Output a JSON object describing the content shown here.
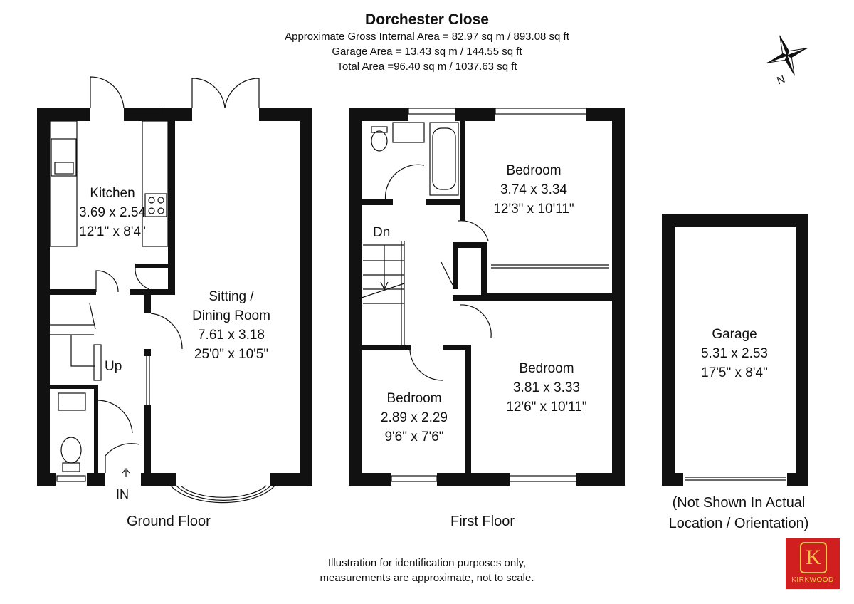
{
  "header": {
    "title": "Dorchester Close",
    "areas": [
      "Approximate Gross Internal Area = 82.97 sq m / 893.08 sq ft",
      "Garage Area = 13.43 sq m / 144.55 sq ft",
      "Total Area =96.40 sq m / 1037.63 sq ft"
    ]
  },
  "compass": {
    "north_label": "N"
  },
  "ground_floor": {
    "label": "Ground Floor",
    "rooms": [
      {
        "name": "Kitchen",
        "metric": "3.69 x 2.54",
        "imperial": "12'1\" x 8'4\""
      },
      {
        "name": "Sitting /",
        "name2": "Dining Room",
        "metric": "7.61 x 3.18",
        "imperial": "25'0\" x 10'5\""
      }
    ],
    "stairs_label": "Up",
    "entrance_label": "IN"
  },
  "first_floor": {
    "label": "First Floor",
    "rooms": [
      {
        "name": "Bedroom",
        "metric": "3.74 x 3.34",
        "imperial": "12'3\" x 10'11\""
      },
      {
        "name": "Bedroom",
        "metric": "3.81 x 3.33",
        "imperial": "12'6\" x 10'11\""
      },
      {
        "name": "Bedroom",
        "metric": "2.89 x 2.29",
        "imperial": "9'6\" x 7'6\""
      }
    ],
    "stairs_label": "Dn"
  },
  "garage": {
    "name": "Garage",
    "metric": "5.31 x 2.53",
    "imperial": "17'5\" x 8'4\"",
    "note_line1": "(Not Shown In Actual",
    "note_line2": "Location / Orientation)"
  },
  "footer": {
    "line1": "Illustration for identification purposes only,",
    "line2": "measurements are approximate, not to scale."
  },
  "logo": {
    "monogram": "K",
    "text": "KIRKWOOD",
    "color": "#d11f1f"
  },
  "colors": {
    "wall": "#111111",
    "logo_red": "#d11f1f"
  }
}
